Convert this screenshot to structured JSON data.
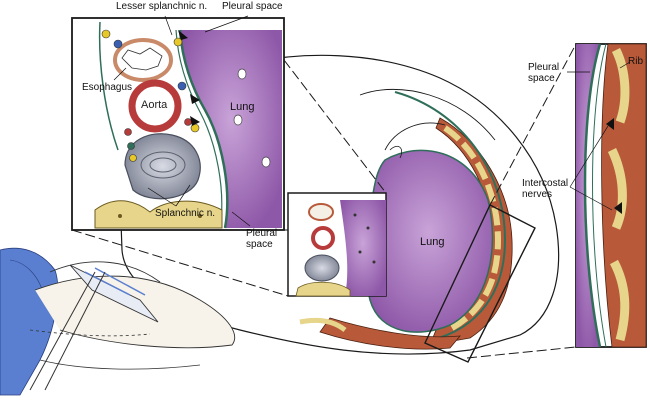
{
  "labels": {
    "lesser_splanchnic": "Lesser splanchnic n.",
    "pleural_space_top": "Pleural space",
    "esophagus": "Esophagus",
    "aorta": "Aorta",
    "lung_inset": "Lung",
    "splanchnic": "Splanchnic n.",
    "pleural_space_bottom_1": "Pleural",
    "pleural_space_bottom_2": "space",
    "lung_center": "Lung",
    "pleural_space_right_1": "Pleural",
    "pleural_space_right_2": "space",
    "rib": "Rib",
    "intercostal_1": "Intercostal",
    "intercostal_2": "nerves"
  },
  "colors": {
    "lung": "#a069b8",
    "lung_light": "#c7a0d4",
    "aorta": "#b83b3b",
    "vertebra": "#8a8fa0",
    "bone": "#e8d98a",
    "muscle": "#b85a3a",
    "pleura": "#2f6f5a",
    "drape": "#5a7fd0",
    "outline": "#1a1a1a"
  }
}
